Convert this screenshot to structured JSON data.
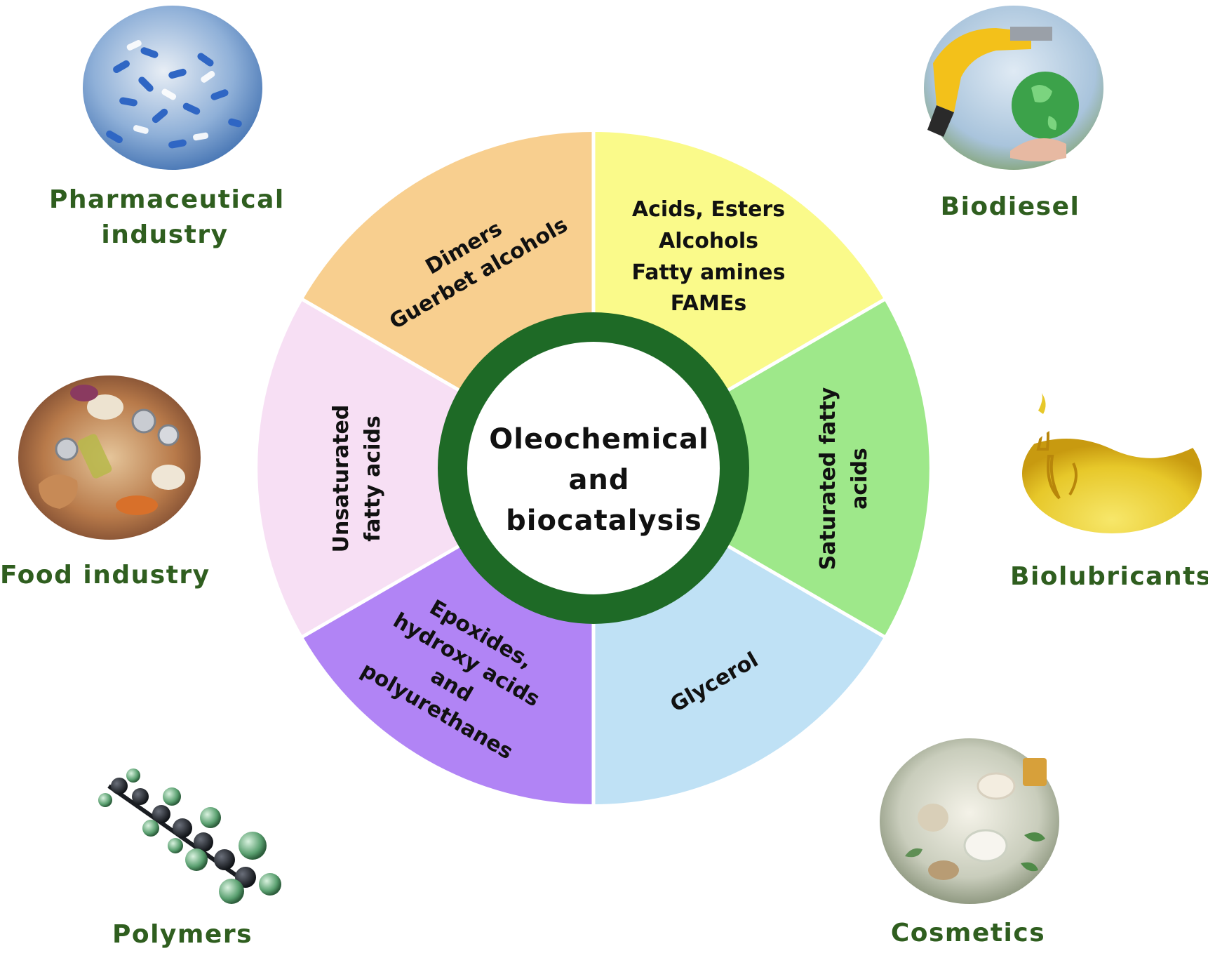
{
  "center": {
    "lines": [
      "Oleochemical",
      "and",
      "biocatalysis"
    ]
  },
  "segments": {
    "dimers": [
      "Dimers",
      "Guerbet alcohols"
    ],
    "acids": [
      "Acids, Esters",
      "Alcohols",
      "Fatty amines",
      "FAMEs"
    ],
    "saturated": [
      "Saturated fatty",
      "acids"
    ],
    "glycerol": [
      "Glycerol"
    ],
    "epoxides": [
      "Epoxides,",
      "hydroxy acids",
      "and",
      "polyurethanes"
    ],
    "unsaturated": [
      "Unsaturated",
      "fatty acids"
    ]
  },
  "applications": {
    "pharmaceutical": [
      "Pharmaceutical",
      "industry"
    ],
    "biodiesel": [
      "Biodiesel"
    ],
    "food": [
      "Food industry"
    ],
    "biolubricants": [
      "Biolubricants"
    ],
    "polymers": [
      "Polymers"
    ],
    "cosmetics": [
      "Cosmetics"
    ]
  },
  "colors": {
    "dimers": "#f8cf8f",
    "acids": "#fafa8a",
    "saturated": "#9ee88a",
    "glycerol": "#bfe1f5",
    "epoxides": "#b184f5",
    "unsaturated": "#f7dff4",
    "ring": "#1e6a26",
    "label": "#2f5e1f"
  }
}
